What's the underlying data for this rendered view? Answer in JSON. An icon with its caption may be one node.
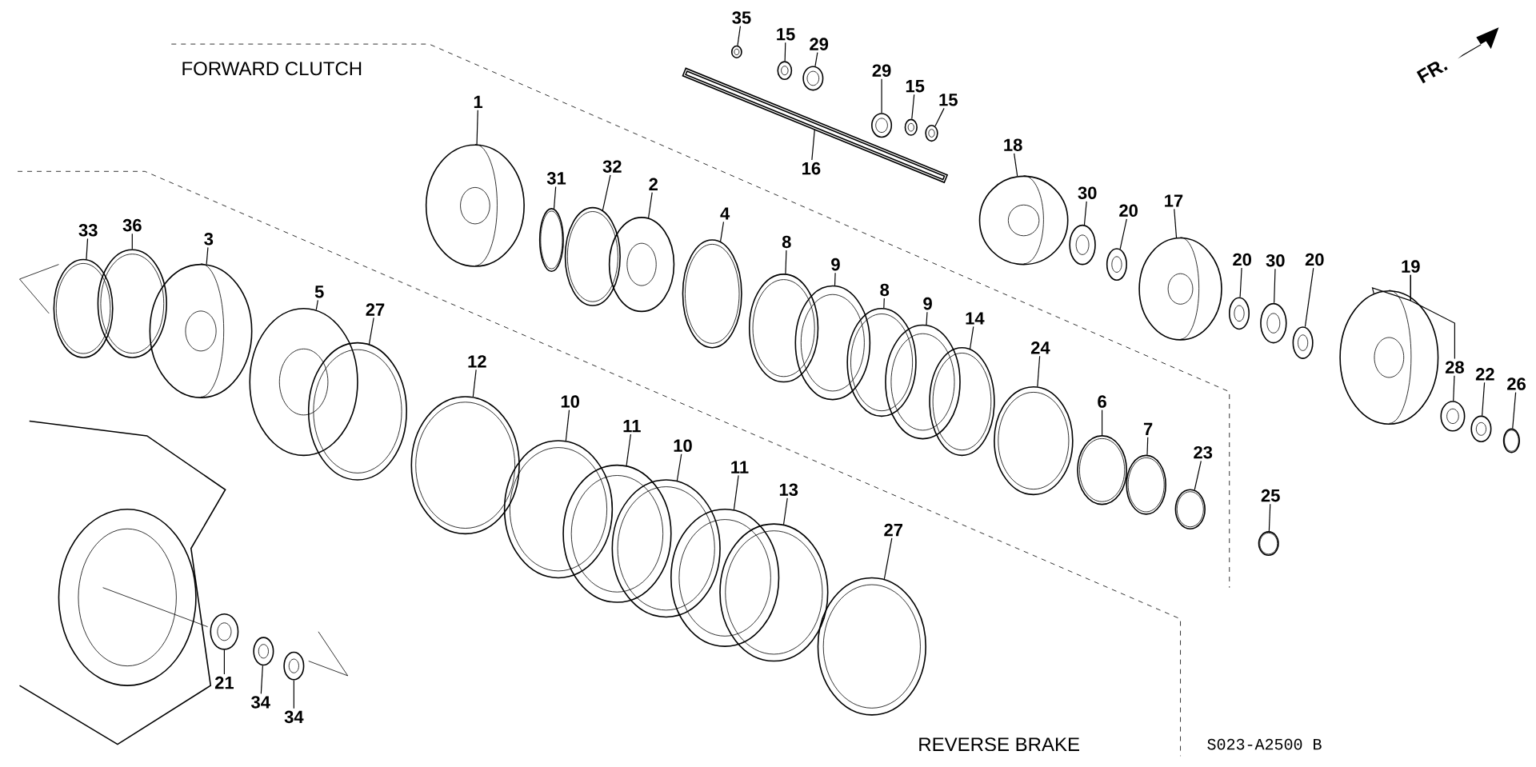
{
  "diagram": {
    "nodes": [
      {
        "text": [
          "35"
        ]
      },
      {
        "text": [
          "15"
        ]
      },
      {
        "text": [
          "29"
        ]
      },
      {
        "text": [
          "16"
        ]
      },
      {
        "text": [
          "29"
        ]
      },
      {
        "text": [
          "15"
        ]
      },
      {
        "text": [
          "15"
        ]
      },
      {
        "text": [
          "1"
        ]
      },
      {
        "text": [
          "31"
        ]
      },
      {
        "text": [
          "32"
        ]
      },
      {
        "text": [
          "2"
        ]
      },
      {
        "text": [
          "4"
        ]
      },
      {
        "text": [
          "8"
        ]
      },
      {
        "text": [
          "9"
        ]
      },
      {
        "text": [
          "8"
        ]
      },
      {
        "text": [
          "9"
        ]
      },
      {
        "text": [
          "14"
        ]
      },
      {
        "text": [
          "24"
        ]
      },
      {
        "text": [
          "6"
        ]
      },
      {
        "text": [
          "7"
        ]
      },
      {
        "text": [
          "23"
        ]
      },
      {
        "text": [
          "25"
        ]
      },
      {
        "text": [
          "18"
        ]
      },
      {
        "text": [
          "30"
        ]
      },
      {
        "text": [
          "20"
        ]
      },
      {
        "text": [
          "17"
        ]
      },
      {
        "text": [
          "20"
        ]
      },
      {
        "text": [
          "30"
        ]
      },
      {
        "text": [
          "20"
        ]
      },
      {
        "text": [
          "19"
        ]
      },
      {
        "text": [
          "28"
        ]
      },
      {
        "text": [
          "22"
        ]
      },
      {
        "text": [
          "26"
        ]
      },
      {
        "text": [
          "33"
        ]
      },
      {
        "text": [
          "36"
        ]
      },
      {
        "text": [
          "3"
        ]
      },
      {
        "text": [
          "5"
        ]
      },
      {
        "text": [
          "27"
        ]
      },
      {
        "text": [
          "12"
        ]
      },
      {
        "text": [
          "10"
        ]
      },
      {
        "text": [
          "11"
        ]
      },
      {
        "text": [
          "10"
        ]
      },
      {
        "text": [
          "11"
        ]
      },
      {
        "text": [
          "13"
        ]
      },
      {
        "text": [
          "27"
        ]
      },
      {
        "text": [
          "21"
        ]
      },
      {
        "text": [
          "34"
        ]
      },
      {
        "text": [
          "34"
        ]
      },
      {
        "text": [],
        "shape": "picture"
      },
      {
        "text": [],
        "shape": "picture"
      },
      {
        "text": [],
        "shape": "picture"
      },
      {
        "text": [],
        "shape": "picture"
      },
      {
        "text": [],
        "shape": "picture"
      },
      {
        "text": [],
        "shape": "picture"
      },
      {
        "text": [],
        "shape": "picture"
      },
      {
        "text": [],
        "shape": "picture"
      },
      {
        "text": [],
        "shape": "picture"
      },
      {
        "text": [],
        "shape": "picture"
      },
      {
        "text": [],
        "shape": "picture"
      },
      {
        "text": [],
        "shape": "picture"
      },
      {
        "text": [],
        "shape": "picture"
      },
      {
        "text": [],
        "shape": "picture"
      },
      {
        "text": [],
        "shape": "picture"
      },
      {
        "text": [],
        "shape": "picture"
      },
      {
        "text": [],
        "shape": "picture"
      },
      {
        "text": [],
        "shape": "picture"
      },
      {
        "text": [],
        "shape": "picture"
      },
      {
        "text": [],
        "shape": "picture"
      },
      {
        "text": [],
        "shape": "picture"
      },
      {
        "text": [],
        "shape": "picture"
      },
      {
        "text": [],
        "shape": "picture"
      },
      {
        "text": [],
        "shape": "picture"
      },
      {
        "text": [],
        "shape": "picture"
      },
      {
        "text": [],
        "shape": "picture"
      },
      {
        "text": [],
        "shape": "picture"
      },
      {
        "text": [],
        "shape": "picture"
      },
      {
        "text": [],
        "shape": "picture"
      },
      {
        "text": [],
        "shape": "picture"
      },
      {
        "text": [],
        "shape": "picture"
      },
      {
        "text": [],
        "shape": "picture"
      },
      {
        "text": [],
        "shape": "picture"
      },
      {
        "text": [],
        "shape": "picture"
      },
      {
        "text": [],
        "shape": "picture"
      },
      {
        "text": [],
        "shape": "picture"
      },
      {
        "text": [],
        "shape": "picture"
      },
      {
        "text": [],
        "shape": "picture"
      },
      {
        "text": [],
        "shape": "picture"
      },
      {
        "text": [],
        "shape": "picture"
      },
      {
        "text": [],
        "shape": "picture"
      },
      {
        "text": [],
        "shape": "picture"
      },
      {
        "text": [],
        "shape": "picture"
      },
      {
        "text": [],
        "shape": "picture"
      },
      {
        "text": [],
        "shape": "picture"
      },
      {
        "text": [],
        "shape": "picture"
      },
      {
        "text": [],
        "shape": "picture"
      },
      {
        "text": [],
        "shape": "picture"
      }
    ],
    "edges": [
      {
        "from": 0,
        "to": 48,
        "arrow": "none"
      },
      {
        "from": 1,
        "to": 49,
        "arrow": "none"
      },
      {
        "from": 2,
        "to": 50,
        "arrow": "none"
      },
      {
        "from": 3,
        "to": 51,
        "arrow": "none"
      },
      {
        "from": 4,
        "to": 52,
        "arrow": "none"
      },
      {
        "from": 5,
        "to": 53,
        "arrow": "none"
      },
      {
        "from": 6,
        "to": 54,
        "arrow": "none"
      },
      {
        "from": 7,
        "to": 55,
        "arrow": "none"
      },
      {
        "from": 8,
        "to": 56,
        "arrow": "none"
      },
      {
        "from": 9,
        "to": 57,
        "arrow": "none"
      },
      {
        "from": 10,
        "to": 58,
        "arrow": "none"
      },
      {
        "from": 11,
        "to": 59,
        "arrow": "none"
      },
      {
        "from": 12,
        "to": 60,
        "arrow": "none"
      },
      {
        "from": 13,
        "to": 61,
        "arrow": "none"
      },
      {
        "from": 14,
        "to": 62,
        "arrow": "none"
      },
      {
        "from": 15,
        "to": 63,
        "arrow": "none"
      },
      {
        "from": 16,
        "to": 64,
        "arrow": "none"
      },
      {
        "from": 17,
        "to": 65,
        "arrow": "none"
      },
      {
        "from": 18,
        "to": 66,
        "arrow": "none"
      },
      {
        "from": 19,
        "to": 67,
        "arrow": "none"
      },
      {
        "from": 20,
        "to": 68,
        "arrow": "none"
      },
      {
        "from": 21,
        "to": 69,
        "arrow": "none"
      },
      {
        "from": 22,
        "to": 70,
        "arrow": "none"
      },
      {
        "from": 23,
        "to": 71,
        "arrow": "none"
      },
      {
        "from": 24,
        "to": 72,
        "arrow": "none"
      },
      {
        "from": 25,
        "to": 73,
        "arrow": "none"
      },
      {
        "from": 26,
        "to": 74,
        "arrow": "none"
      },
      {
        "from": 27,
        "to": 75,
        "arrow": "none"
      },
      {
        "from": 28,
        "to": 76,
        "arrow": "none"
      },
      {
        "from": 29,
        "to": 77,
        "arrow": "none"
      },
      {
        "from": 29,
        "to": 30,
        "arrow": "none"
      },
      {
        "from": 30,
        "to": 78,
        "arrow": "none"
      },
      {
        "from": 31,
        "to": 79,
        "arrow": "none"
      },
      {
        "from": 32,
        "to": 80,
        "arrow": "none"
      },
      {
        "from": 33,
        "to": 81,
        "arrow": "none"
      },
      {
        "from": 34,
        "to": 82,
        "arrow": "none"
      },
      {
        "from": 35,
        "to": 83,
        "arrow": "none"
      },
      {
        "from": 36,
        "to": 84,
        "arrow": "none"
      },
      {
        "from": 37,
        "to": 85,
        "arrow": "none"
      },
      {
        "from": 38,
        "to": 86,
        "arrow": "none"
      },
      {
        "from": 39,
        "to": 87,
        "arrow": "none"
      },
      {
        "from": 40,
        "to": 88,
        "arrow": "none"
      },
      {
        "from": 41,
        "to": 89,
        "arrow": "none"
      },
      {
        "from": 42,
        "to": 90,
        "arrow": "none"
      },
      {
        "from": 43,
        "to": 91,
        "arrow": "none"
      },
      {
        "from": 44,
        "to": 92,
        "arrow": "none"
      },
      {
        "from": 45,
        "to": 93,
        "arrow": "none"
      },
      {
        "from": 46,
        "to": 94,
        "arrow": "none"
      },
      {
        "from": 47,
        "to": 95,
        "arrow": "none"
      }
    ],
    "labels": [
      "FORWARD CLUTCH",
      "FR.",
      "REVERSE BRAKE",
      "S023-A2500 B"
    ]
  }
}
